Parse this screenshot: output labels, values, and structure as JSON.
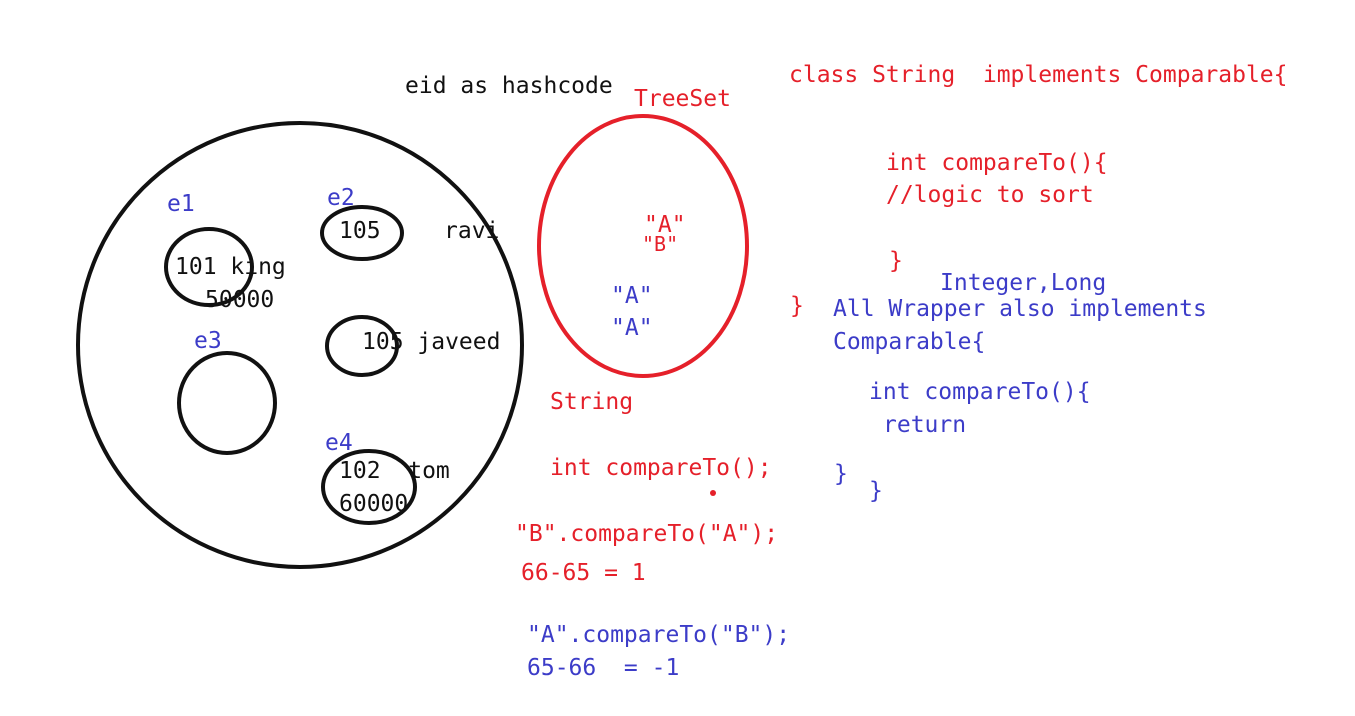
{
  "colors": {
    "black": "#111111",
    "red": "#e5202a",
    "blue": "#3c3cc8",
    "background": "#ffffff"
  },
  "hashset": {
    "note": "eid as hashcode",
    "buckets": [
      {
        "label": "e1",
        "line1": "101 king",
        "line2": "50000"
      },
      {
        "label": "e2",
        "line1": "105",
        "outside": "ravi"
      },
      {
        "label": "e3"
      },
      {
        "label": "",
        "line1": "105 javeed"
      },
      {
        "label": "e4",
        "line1": "102  tom",
        "line2": "60000"
      }
    ]
  },
  "treeset": {
    "title": "TreeSet",
    "items": [
      "\"A\"",
      "\"B\"",
      "\"A\"",
      "\"A\""
    ]
  },
  "string_notes": {
    "title": "String",
    "method": "int compareTo();",
    "example1": "\"B\".compareTo(\"A\");",
    "result1": "66-65 = 1",
    "example2": "\"A\".compareTo(\"B\");",
    "result2": "65-66  = -1"
  },
  "string_class": {
    "header": "class String  implements Comparable{",
    "method": "int compareTo(){",
    "comment": "//logic to sort",
    "inner_close": "}",
    "outer_close": "}"
  },
  "wrapper": {
    "types": "Integer,Long",
    "line1": "All Wrapper also implements",
    "line2": "Comparable{",
    "method": "int compareTo(){",
    "body": "return",
    "inner_close": "}",
    "outer_close": "}"
  }
}
